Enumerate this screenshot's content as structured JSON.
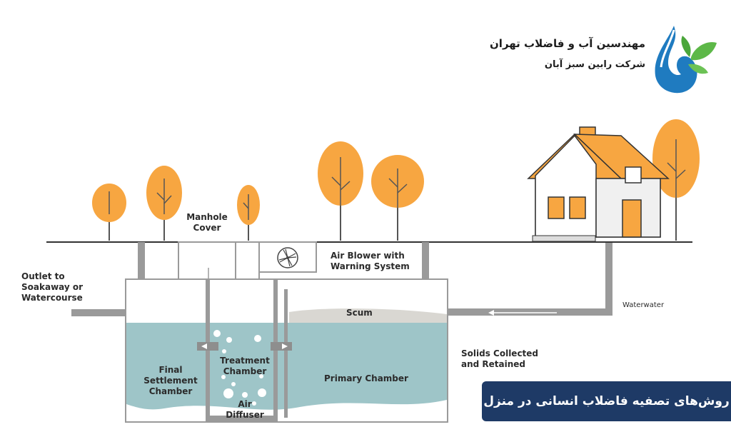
{
  "brand": {
    "title": "مهندسین آب و فاضلاب تهران",
    "subtitle": "شرکت رابین سبز آبان",
    "logo_name": "water-drop-leaf-logo"
  },
  "diagram": {
    "labels": {
      "manhole_cover": "Manhole\nCover",
      "air_blower": "Air Blower with\nWarning System",
      "outlet": "Outlet to\nSoakaway or\nWatercourse",
      "scum": "Scum",
      "waterwater": "Waterwater",
      "solids": "Solids Collected\nand Retained",
      "final_settlement": "Final\nSettlement\nChamber",
      "treatment": "Treatment\nChamber",
      "primary": "Primary Chamber",
      "air_diffuser": "Air\nDiffuser"
    }
  },
  "banner": {
    "text": "روش‌های تصفیه فاضلاب انسانی در منزل"
  },
  "colors": {
    "tree_orange": "#f7a641",
    "house_orange": "#f7a641",
    "wall": "#f4f4f4",
    "water": "#9ec5c8",
    "pipe": "#9a9a9a",
    "banner": "#1e3a66"
  }
}
